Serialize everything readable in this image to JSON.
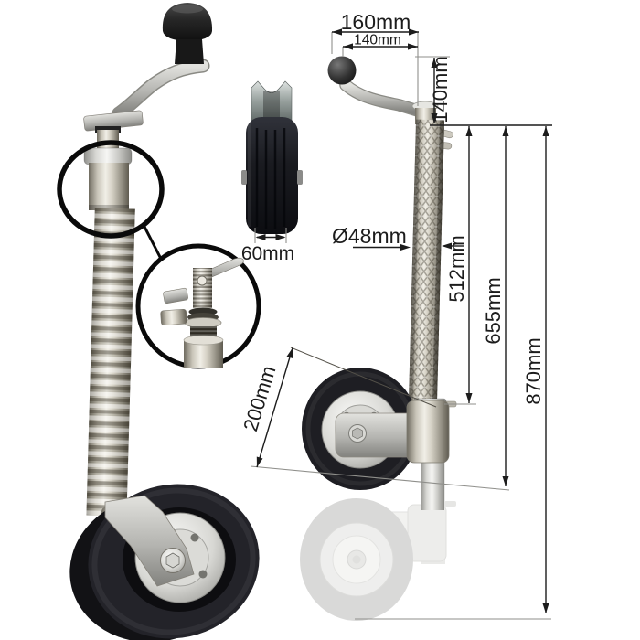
{
  "annotations": {
    "handle_width_outer": "160mm",
    "handle_width_inner": "140mm",
    "handle_height": "140mm",
    "tube_diameter": "Ø48mm",
    "outer_tube_length": "512mm",
    "overall_height_retracted": "655mm",
    "overall_height_extended": "870mm",
    "wheel_diameter": "200mm",
    "wheel_width": "60mm"
  },
  "colors": {
    "background": "#ffffff",
    "dimension_line": "#1c1c1c",
    "extension_line": "#9a9a96",
    "metal_highlight": "#f1efe7",
    "metal_shadow": "#5f5b50",
    "tire": "#1e1e23",
    "ghost_tire": "#b4b4b2",
    "annotation_circle": "#0a0a0a"
  }
}
